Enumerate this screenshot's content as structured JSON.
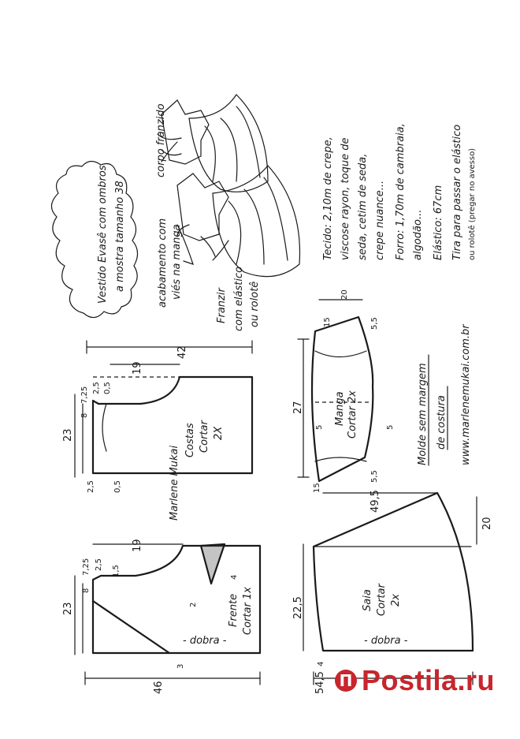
{
  "title": {
    "line1": "Vestido Evasê com ombros",
    "line2": "a mostra tamanho 38"
  },
  "callouts": {
    "corpo_franzido": "corpo franzido",
    "acabamento_line1": "acabamento com",
    "acabamento_line2": "viés na manga",
    "franzir_line1": "Franzir",
    "franzir_line2": "com elástico",
    "franzir_line3": "ou rolotê"
  },
  "materials": {
    "line1": "Tecido: 2,10m de crepe,",
    "line2": "viscose rayon, toque de",
    "line3": "seda, cetim de seda,",
    "line4": "crepe nuance...",
    "line5": "Forro: 1,70m de cambraia,",
    "line6": "algodão...",
    "line7": "Elástico: 67cm",
    "line8": "Tira para passar o elástico",
    "line9": "ou rolotê (pregar no avesso)"
  },
  "note": {
    "line1": "Molde sem margem",
    "line2": "de costura",
    "website": "www.marlenemukai.com.br"
  },
  "signature": "Marlene Mukai",
  "pieces": {
    "costas": {
      "name": "Costas",
      "cut": "Cortar",
      "qty": "2X",
      "dims": [
        "42",
        "19",
        "23",
        "8",
        "7,25",
        "2,5",
        "0,5",
        "2,5",
        "0,5"
      ]
    },
    "frente": {
      "name": "Frente",
      "cut": "Cortar 1x",
      "dims": [
        "46",
        "19",
        "23",
        "8",
        "7,25",
        "2,5",
        "1,5",
        "4",
        "2",
        "3"
      ],
      "dobra": "- dobra -"
    },
    "manga": {
      "name": "Manga",
      "cut": "Cortar 2x",
      "dims": [
        "27",
        "15",
        "20",
        "5,5",
        "5",
        "5",
        "15",
        "5,5"
      ]
    },
    "saia": {
      "name": "Saia",
      "cut": "Cortar",
      "qty": "2x",
      "dims": [
        "49,5",
        "20",
        "22,5",
        "54,5",
        "4"
      ],
      "dobra": "- dobra -"
    }
  },
  "watermark": {
    "logo": "П",
    "text": "Postila.ru"
  }
}
